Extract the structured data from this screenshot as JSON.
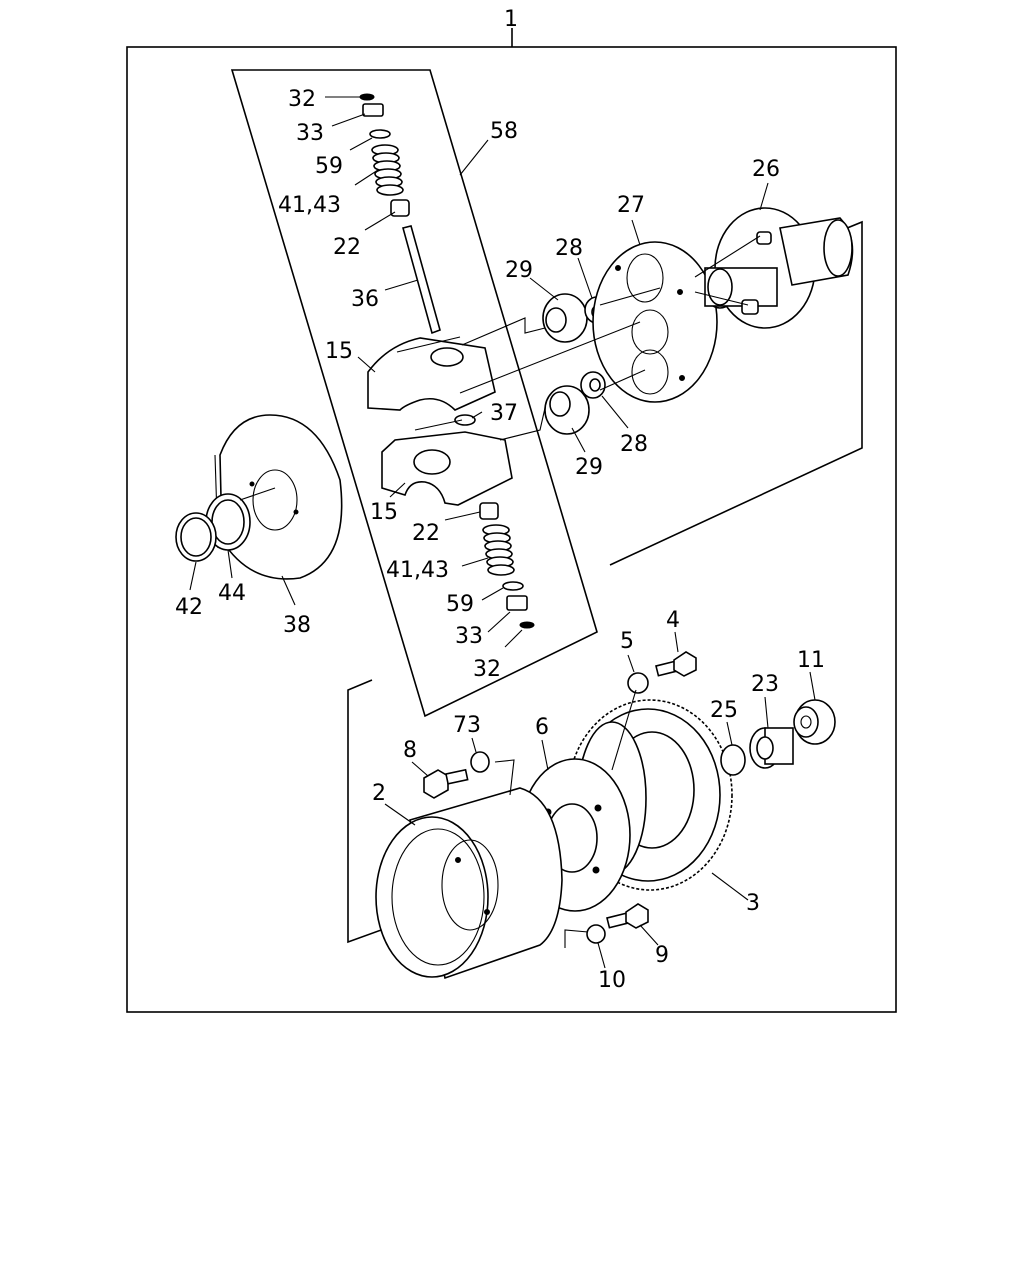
{
  "diagram": {
    "callouts": [
      "1",
      "32",
      "33",
      "59",
      "41,43",
      "22",
      "36",
      "58",
      "15",
      "37",
      "29",
      "28",
      "27",
      "26",
      "29",
      "28",
      "15",
      "22",
      "41,43",
      "59",
      "33",
      "32",
      "42",
      "44",
      "38",
      "5",
      "4",
      "11",
      "23",
      "25",
      "73",
      "6",
      "8",
      "2",
      "3",
      "9",
      "10"
    ]
  }
}
